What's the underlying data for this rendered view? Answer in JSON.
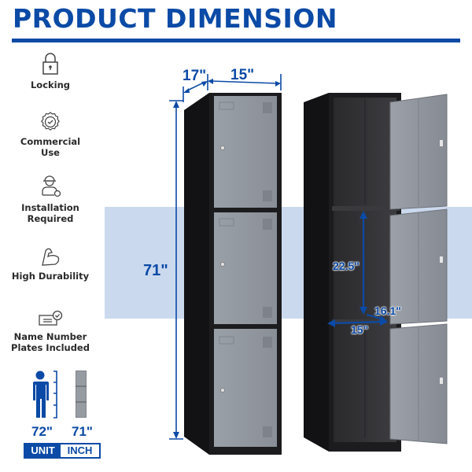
{
  "header": {
    "title": "PRODUCT DIMENSION"
  },
  "features": [
    {
      "icon": "padlock-icon",
      "label": "Locking"
    },
    {
      "icon": "badge-check-icon",
      "label": "Commercial Use"
    },
    {
      "icon": "worker-wrench-icon",
      "label": "Installation Required"
    },
    {
      "icon": "flexed-arm-icon",
      "label": "High Durability"
    },
    {
      "icon": "name-plate-icon",
      "label": "Name Number Plates Included"
    }
  ],
  "feature_lines": {
    "commercial_1": "Commercial",
    "commercial_2": "Use",
    "install_1": "Installation",
    "install_2": "Required",
    "plates_1": "Name Number",
    "plates_2": "Plates Included"
  },
  "scale_compare": {
    "person_height": "72\"",
    "locker_height": "71\""
  },
  "unit_toggle": {
    "unit_label": "UNIT",
    "value": "INCH"
  },
  "dimensions": {
    "depth": "17\"",
    "width": "15\"",
    "height": "71\"",
    "compartment_height": "22.5\"",
    "compartment_depth": "16.1\"",
    "compartment_width": "15\""
  },
  "colors": {
    "brand_blue": "#0b4aa6",
    "band": "#cbd9ee",
    "locker_body": "#1c1c1e",
    "door_gray": "#8e939b"
  }
}
